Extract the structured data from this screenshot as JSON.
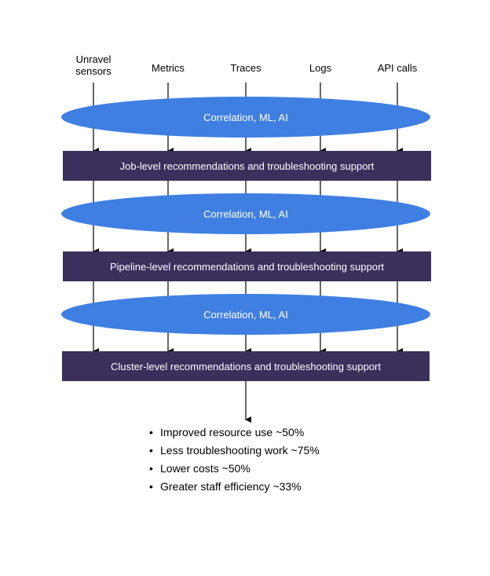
{
  "sources": [
    "Unravel\nsensors",
    "Metrics",
    "Traces",
    "Logs",
    "API calls"
  ],
  "layers": [
    {
      "ellipse_label": "Correlation, ML, AI",
      "box_label": "Job-level recommendations and troubleshooting support"
    },
    {
      "ellipse_label": "Correlation, ML, AI",
      "box_label": "Pipeline-level recommendations and troubleshooting support"
    },
    {
      "ellipse_label": "Correlation, ML, AI",
      "box_label": "Cluster-level recommendations and troubleshooting support"
    }
  ],
  "outcomes": [
    "Improved resource use ~50%",
    "Less troubleshooting work ~75%",
    "Lower costs ~50%",
    "Greater staff efficiency ~33%"
  ],
  "colors": {
    "ellipse": "#3f7fe2",
    "box": "#3b2f5c",
    "arrow": "#000000"
  }
}
